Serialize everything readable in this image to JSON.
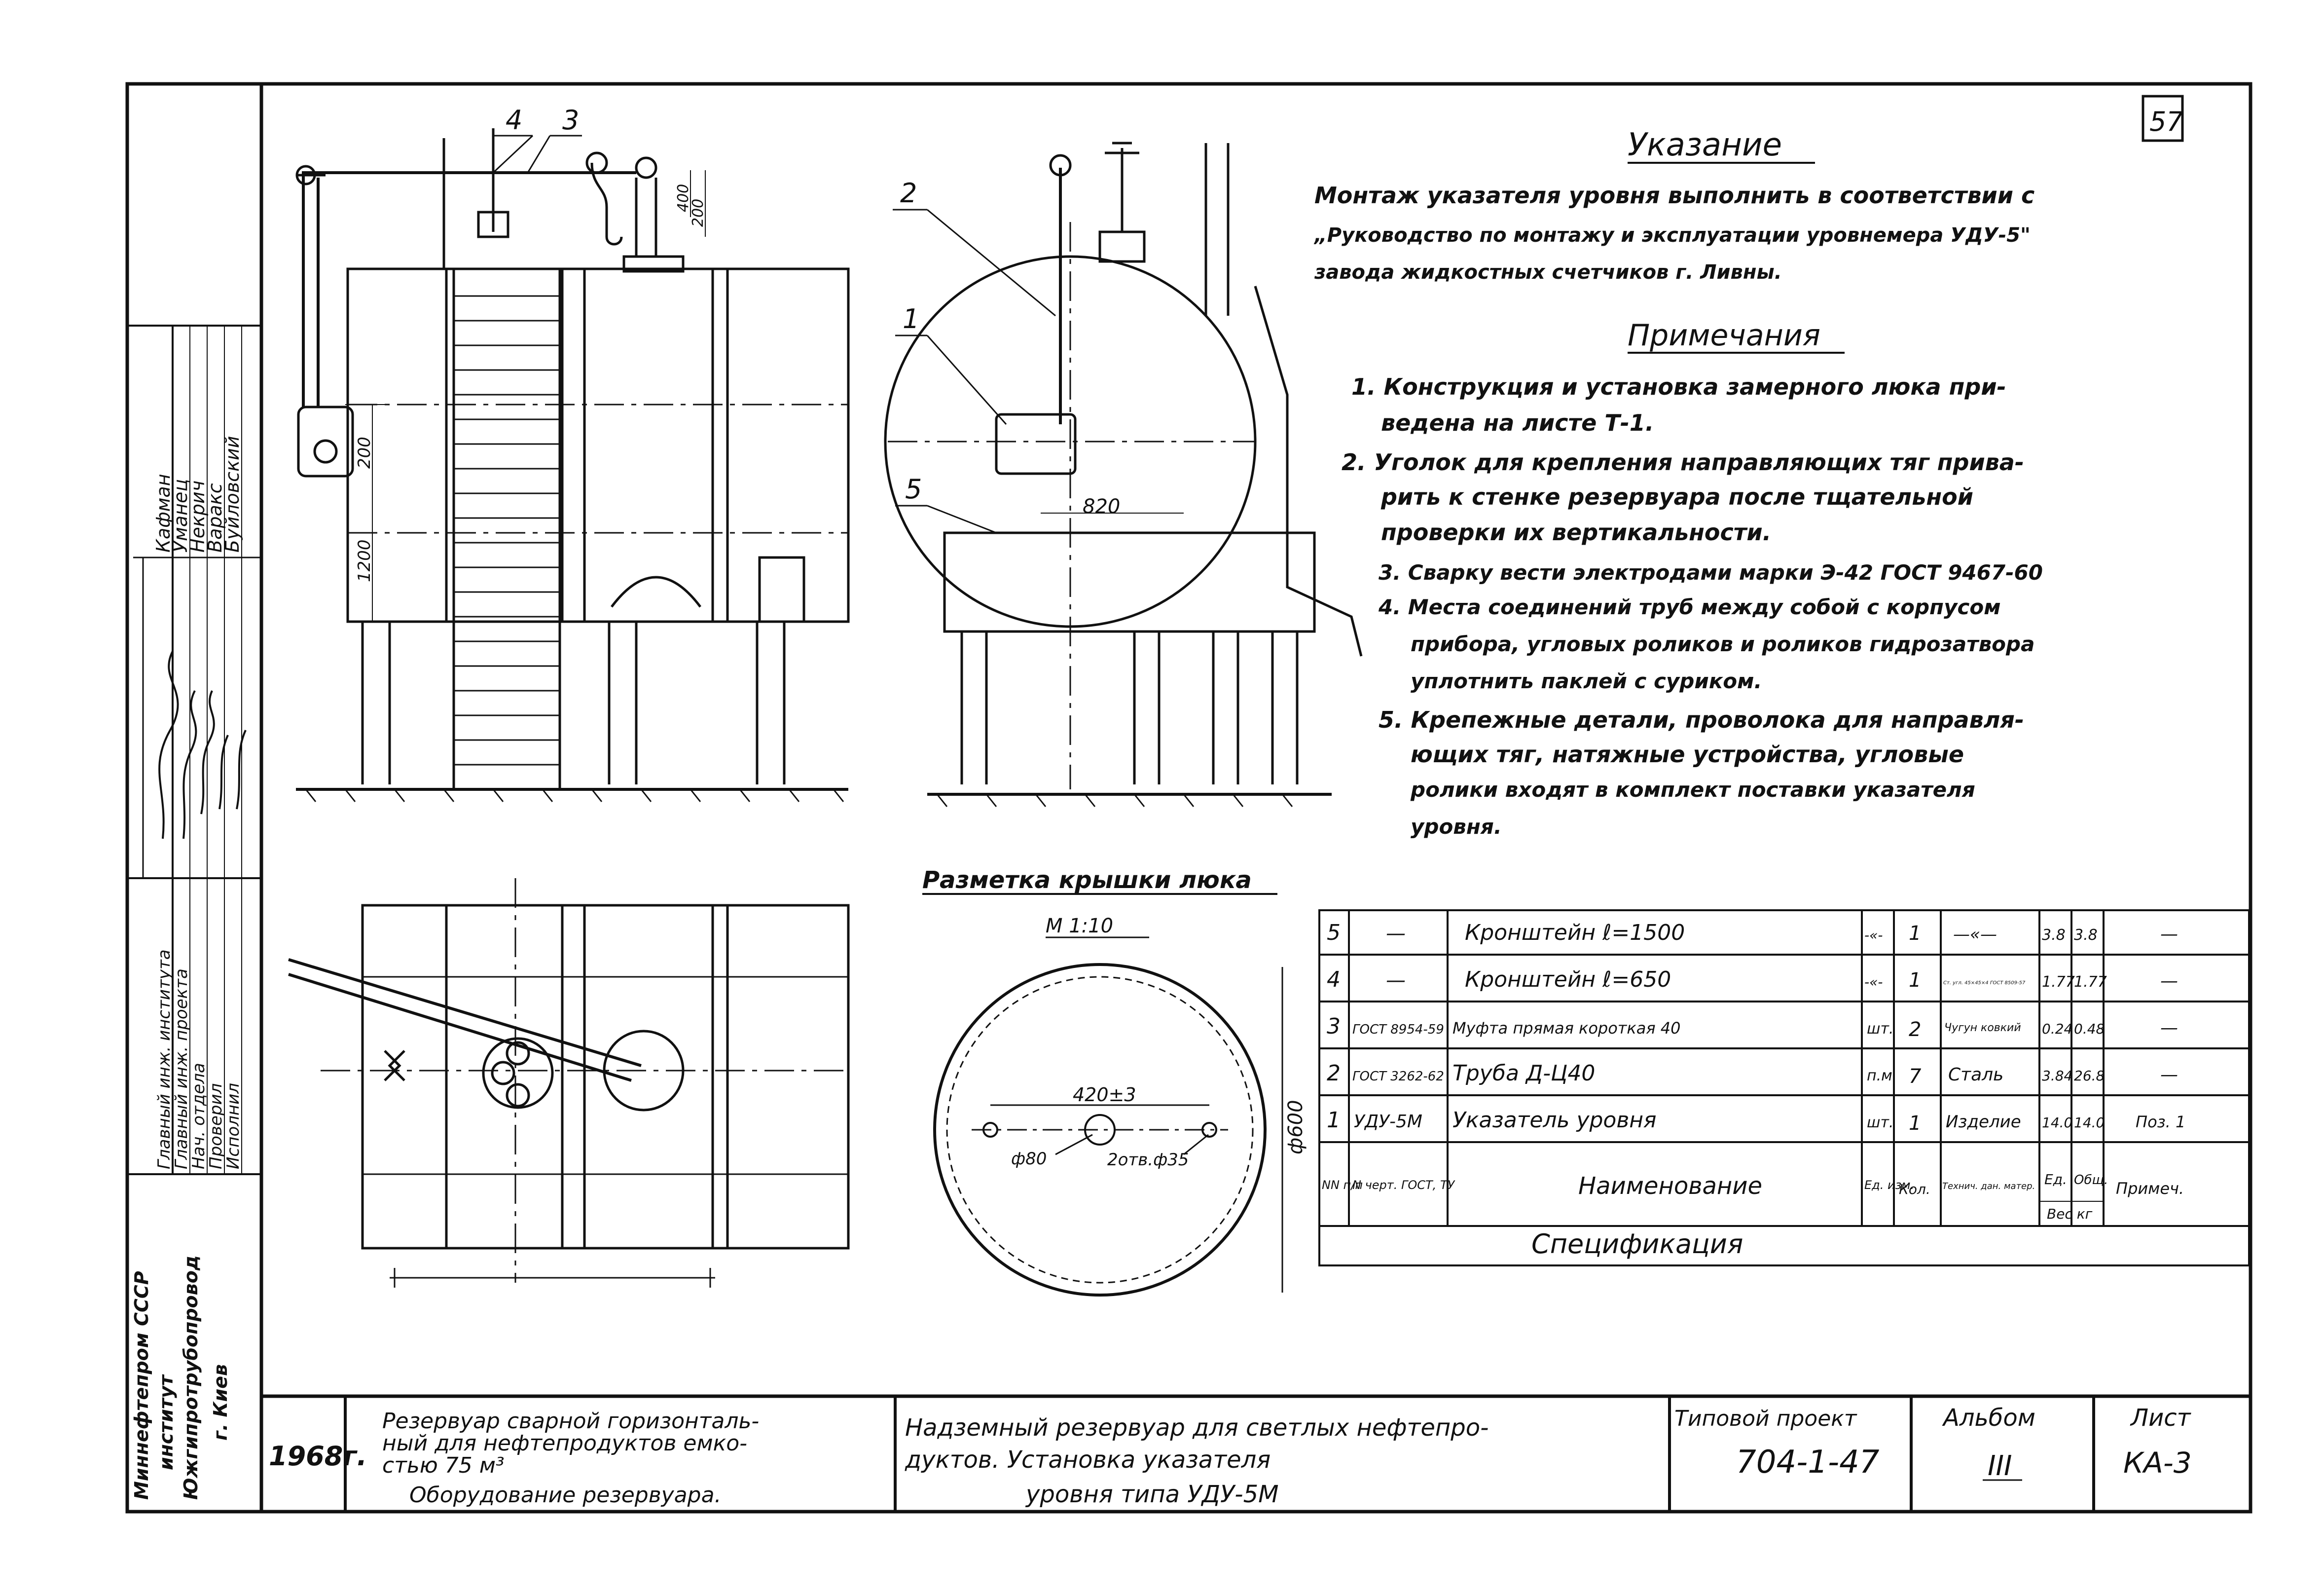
{
  "sheet_number": "57",
  "side_stamp": {
    "roles": [
      "Главный инж. института",
      "Главный инж. проекта",
      "Нач. отдела",
      "Проверил",
      "Исполнил"
    ],
    "names": [
      "Кафман",
      "Уманец",
      "Некрич",
      "Варакс",
      "Буйловский"
    ],
    "organization": [
      "Миннефтепром СССР",
      "институт",
      "Южгипротрубопровод",
      "г. Киев"
    ]
  },
  "instruction": {
    "title": "Указание",
    "lines": [
      "Монтаж указателя уровня выполнить в соответствии с",
      "„Руководство по монтажу и эксплуатации уровнемера УДУ-5\"",
      "завода жидкостных счетчиков г. Ливны."
    ]
  },
  "notes": {
    "title": "Примечания",
    "lines": [
      "1. Конструкция и установка замерного люка при-",
      "ведена на листе Т-1.",
      "2. Уголок для крепления направляющих тяг прива-",
      "рить к стенке резервуара после тщательной",
      "проверки их вертикальности.",
      "3. Сварку вести электродами марки Э-42 ГОСТ 9467-60",
      "4. Места соединений труб между собой с корпусом",
      "прибора, угловых роликов и роликов гидрозатвора",
      "уплотнить паклей с суриком.",
      "5. Крепежные детали, проволока для направля-",
      "ющих тяг, натяжные устройства, угловые",
      "ролики входят в комплект поставки указателя",
      "уровня."
    ]
  },
  "callouts": [
    "1",
    "2",
    "3",
    "4",
    "5"
  ],
  "dims": {
    "d400": "400",
    "d200a": "200",
    "d200b": "200",
    "d1200": "1200",
    "d820": "820",
    "d420": "420±3",
    "d80": "ф80",
    "holes": "2отв.ф35",
    "d600": "ф600"
  },
  "hatch_plan": {
    "title": "Разметка крышки люка",
    "scale": "М 1:10"
  },
  "spec": {
    "caption": "Спецификация",
    "header": [
      "NN п/п",
      "N черт. ГОСТ, ТУ",
      "Наименование",
      "Ед. изм.",
      "Кол.",
      "Технич. дан. матер.",
      "Ед.",
      "Общ.",
      "Примеч."
    ],
    "weight_header": "Вес кг",
    "rows": [
      [
        "5",
        "—",
        "Кронштейн ℓ=1500",
        "-«-",
        "1",
        "—«—",
        "3.8",
        "3.8",
        "—"
      ],
      [
        "4",
        "—",
        "Кронштейн ℓ=650",
        "-«-",
        "1",
        "Ст. угл. 45×45×4 ГОСТ 8509-57",
        "1.77",
        "1.77",
        "—"
      ],
      [
        "3",
        "ГОСТ 8954-59",
        "Муфта прямая короткая 40",
        "шт.",
        "2",
        "Чугун ковкий",
        "0.24",
        "0.48",
        "—"
      ],
      [
        "2",
        "ГОСТ 3262-62",
        "Труба Д-Ц40",
        "п.м",
        "7",
        "Сталь",
        "3.84",
        "26.8",
        "—"
      ],
      [
        "1",
        "УДУ-5М",
        "Указатель уровня",
        "шт.",
        "1",
        "Изделие",
        "14.0",
        "14.0",
        "Поз. 1"
      ]
    ]
  },
  "title_block": {
    "year": "1968г.",
    "object": [
      "Резервуар сварной горизонталь-",
      "ный для нефтепродуктов емко-",
      "стью 75 м³",
      "Оборудование резервуара."
    ],
    "drawing": [
      "Надземный резервуар для светлых нефтепро-",
      "дуктов.                    Установка указателя",
      "уровня   типа УДУ-5М"
    ],
    "project_label": "Типовой проект",
    "project_value": "704-1-47",
    "album_label": "Альбом",
    "album_value": "III",
    "sheet_label": "Лист",
    "sheet_value": "КА-3"
  }
}
